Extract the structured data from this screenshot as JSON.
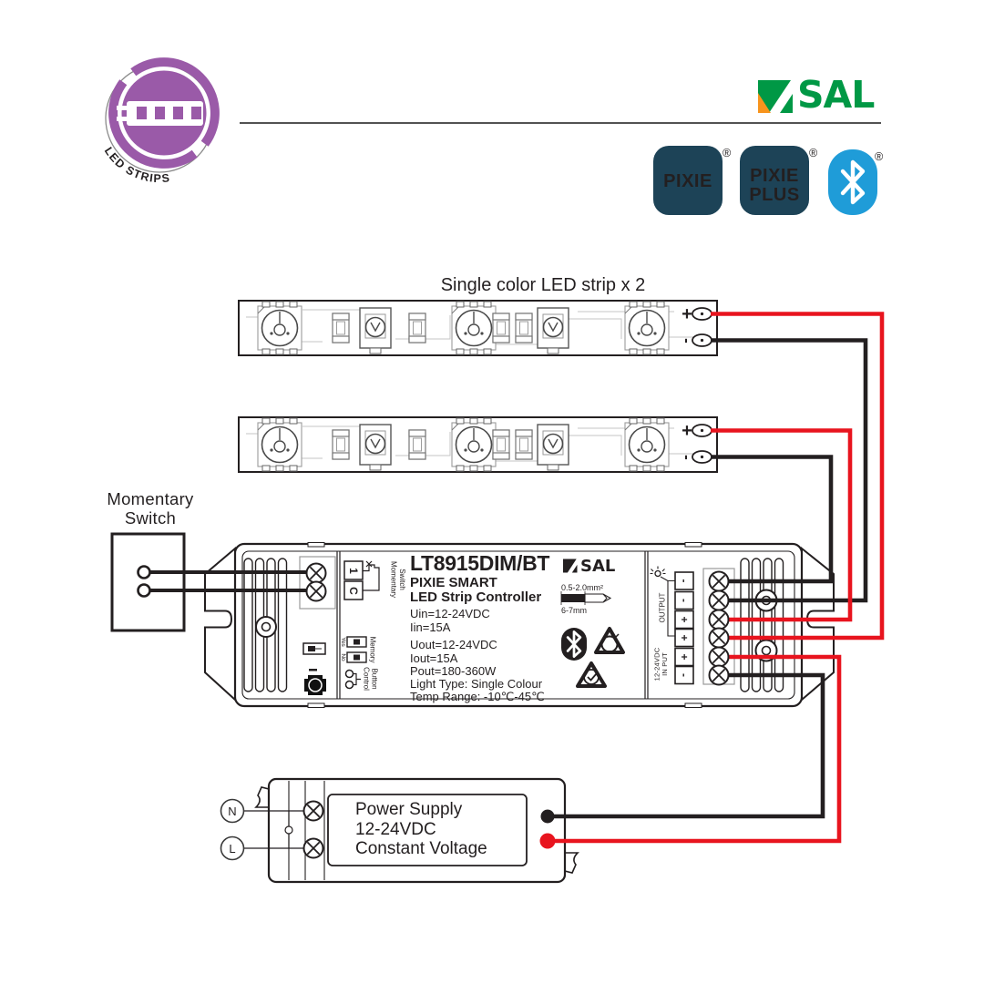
{
  "header": {
    "logo_label": "LED STRIPS",
    "brand": "SAL",
    "registered_mark": "®",
    "badge_pixie": "PIXIE",
    "badge_pixie_plus_line1": "PIXIE",
    "badge_pixie_plus_line2": "PLUS"
  },
  "diagram": {
    "title": "Single color LED strip x 2",
    "momentary_switch_label": {
      "line1": "Momentary",
      "line2": "Switch"
    },
    "strip_terminals": {
      "positive": "+",
      "negative": "-"
    },
    "controller": {
      "model": "LT8915DIM/BT",
      "brand": "SAL",
      "product_line": "PIXIE SMART",
      "product_type": "LED Strip Controller",
      "specs": {
        "uin": "Uin=12-24VDC",
        "iin": "Iin=15A",
        "uout": "Uout=12-24VDC",
        "iout": "Iout=15A",
        "pout": "Pout=180-360W",
        "light_type": "Light Type: Single Colour",
        "temp_range": "Temp Range: -10℃-45℃"
      },
      "wire_gauge": {
        "size": "0.5-2.0mm²",
        "strip_length": "6-7mm"
      },
      "ports": {
        "one": "1",
        "c": "C",
        "momentary": {
          "line1": "Momentary",
          "line2": "Switch"
        },
        "memory": "Memory",
        "yes": "Yes",
        "no": "No",
        "control": {
          "line1": "Control",
          "line2": "Button"
        },
        "output": "OUTPUT",
        "input": {
          "line1": "IN PUT",
          "line2": "12-24VDC"
        },
        "polarities": [
          "-",
          "-",
          "+",
          "+",
          "+",
          "-"
        ]
      }
    },
    "power_supply": {
      "line1": "Power Supply",
      "line2": "12-24VDC",
      "line3": "Constant Voltage",
      "neutral": "N",
      "live": "L"
    }
  },
  "colors": {
    "wire_positive": "#e8141e",
    "wire_negative": "#231f20",
    "brand_green": "#009845",
    "brand_orange": "#f7941d",
    "logo_purple": "#9a5aa8",
    "badge_navy": "#1d4357",
    "badge_cyan": "#2cb9e8",
    "bluetooth_blue": "#1f9cd8"
  }
}
